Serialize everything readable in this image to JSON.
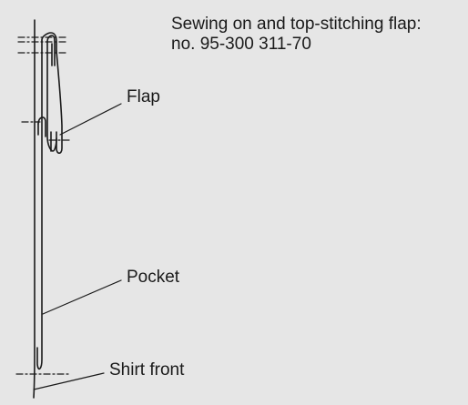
{
  "caption": {
    "line1": "Sewing on and top-stitching flap:",
    "line2": "no. 95-300 311-70"
  },
  "labels": {
    "flap": "Flap",
    "pocket": "Pocket",
    "shirt_front": "Shirt front"
  },
  "colors": {
    "background": "#e6e6e6",
    "ink": "#1a1a1a"
  }
}
